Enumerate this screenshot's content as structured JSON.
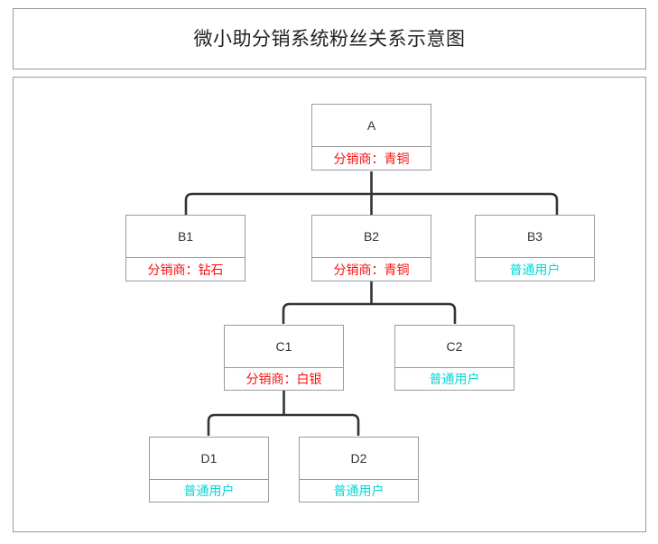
{
  "header": {
    "title": "微小助分销系统粉丝关系示意图"
  },
  "colors": {
    "distributor": "#fa0f0f",
    "normal_user": "#08d6d6",
    "node_border": "#9b9b9b",
    "connector": "#333333",
    "panel_border": "#9b9b9b",
    "background": "#ffffff"
  },
  "chart_data": {
    "type": "diagram",
    "title": "微小助分销系统粉丝关系示意图",
    "layout": "top-down-tree",
    "nodes": [
      {
        "id": "A",
        "label": "A",
        "role": "分销商：青铜",
        "role_type": "distributor",
        "level": 0,
        "parent": null
      },
      {
        "id": "B1",
        "label": "B1",
        "role": "分销商：钻石",
        "role_type": "distributor",
        "level": 1,
        "parent": "A"
      },
      {
        "id": "B2",
        "label": "B2",
        "role": "分销商：青铜",
        "role_type": "distributor",
        "level": 1,
        "parent": "A"
      },
      {
        "id": "B3",
        "label": "B3",
        "role": "普通用户",
        "role_type": "normal_user",
        "level": 1,
        "parent": "A"
      },
      {
        "id": "C1",
        "label": "C1",
        "role": "分销商：白银",
        "role_type": "distributor",
        "level": 2,
        "parent": "B2"
      },
      {
        "id": "C2",
        "label": "C2",
        "role": "普通用户",
        "role_type": "normal_user",
        "level": 2,
        "parent": "B2"
      },
      {
        "id": "D1",
        "label": "D1",
        "role": "普通用户",
        "role_type": "normal_user",
        "level": 3,
        "parent": "C1"
      },
      {
        "id": "D2",
        "label": "D2",
        "role": "普通用户",
        "role_type": "normal_user",
        "level": 3,
        "parent": "C1"
      }
    ],
    "edges": [
      {
        "from": "A",
        "to": "B1"
      },
      {
        "from": "A",
        "to": "B2"
      },
      {
        "from": "A",
        "to": "B3"
      },
      {
        "from": "B2",
        "to": "C1"
      },
      {
        "from": "B2",
        "to": "C2"
      },
      {
        "from": "C1",
        "to": "D1"
      },
      {
        "from": "C1",
        "to": "D2"
      }
    ],
    "role_legend": [
      {
        "label": "分销商：青铜",
        "type": "distributor"
      },
      {
        "label": "分销商：白银",
        "type": "distributor"
      },
      {
        "label": "分销商：钻石",
        "type": "distributor"
      },
      {
        "label": "普通用户",
        "type": "normal_user"
      }
    ]
  }
}
